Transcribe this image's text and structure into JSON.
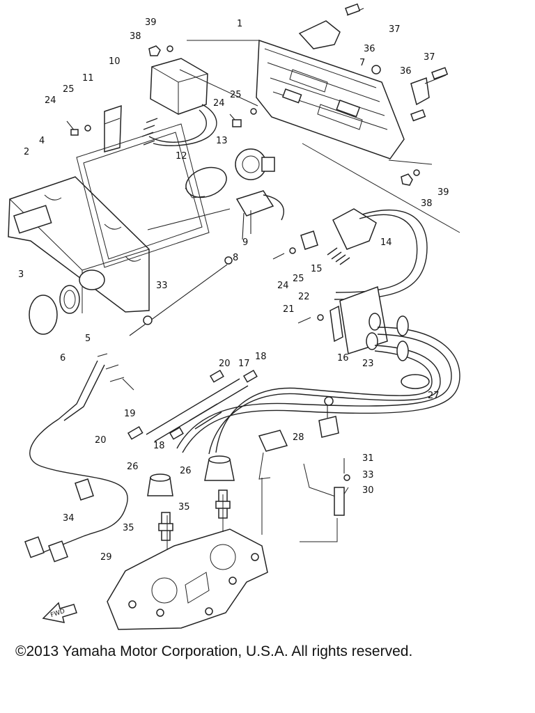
{
  "copyright": "©2013 Yamaha Motor Corporation, U.S.A. All rights reserved.",
  "fwd_label": "FWD",
  "callouts": [
    "1",
    "2",
    "3",
    "4",
    "5",
    "6",
    "7",
    "8",
    "9",
    "10",
    "11",
    "12",
    "13",
    "14",
    "15",
    "16",
    "17",
    "18",
    "18",
    "19",
    "20",
    "20",
    "21",
    "22",
    "23",
    "24",
    "24",
    "24",
    "25",
    "25",
    "25",
    "26",
    "26",
    "27",
    "28",
    "29",
    "30",
    "31",
    "33",
    "33",
    "34",
    "35",
    "35",
    "36",
    "36",
    "37",
    "37",
    "38",
    "38",
    "39",
    "39"
  ]
}
